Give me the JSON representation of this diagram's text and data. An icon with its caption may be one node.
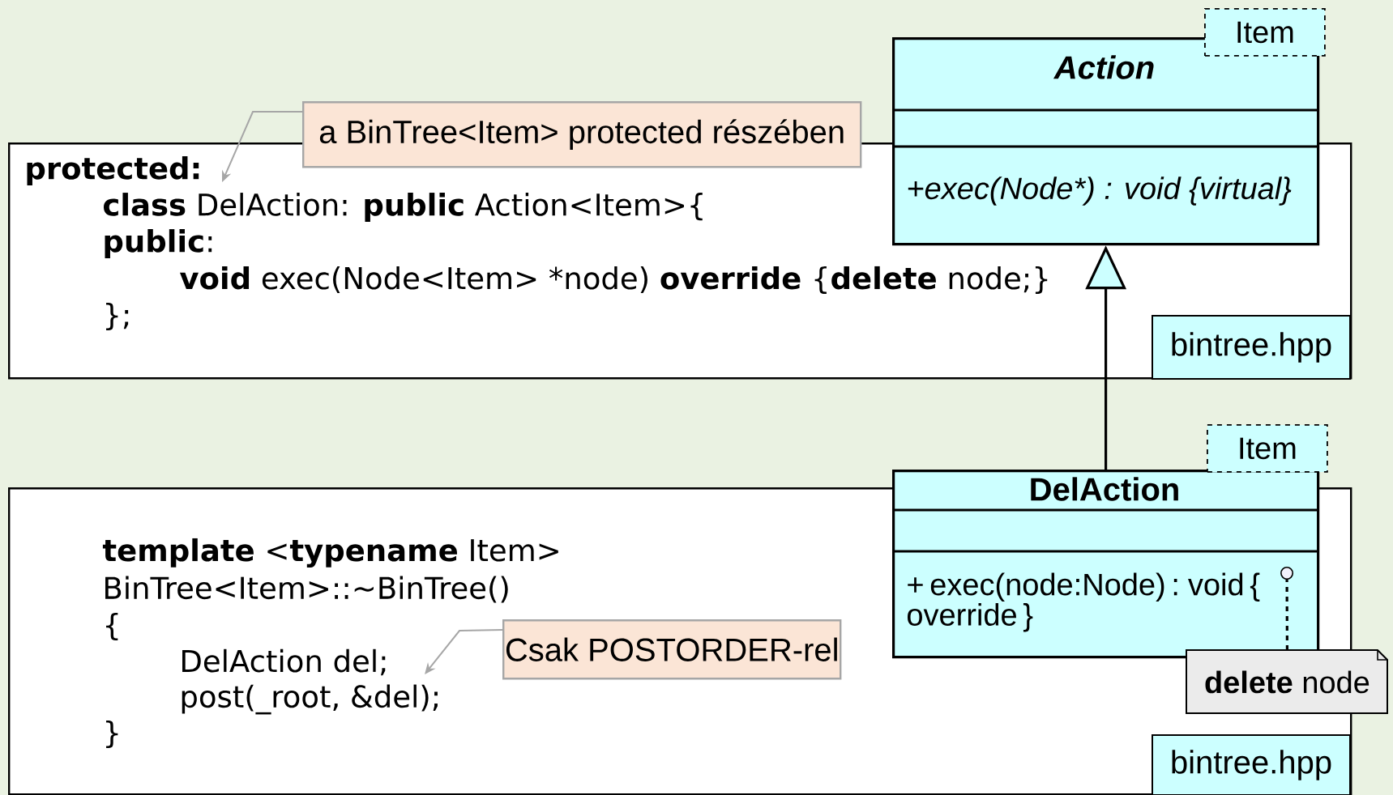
{
  "diagram": {
    "nodes": [
      {
        "text": [
          "**protected:**",
          "**class** DelAction: **public** Action<Item>{",
          "**public**:",
          "**void** exec(Node<Item> *node) **override** {**delete** node;}",
          "};"
        ]
      },
      {
        "text": [
          "a BinTree<Item> protected részében"
        ]
      },
      {
        "text": [
          "Action",
          "+exec(Node*) : void {virtual}"
        ]
      },
      {
        "text": [
          "Item"
        ]
      },
      {
        "text": [
          "bintree.hpp"
        ],
        "in": 0
      },
      {
        "text": [
          "**template** <**typename** Item>",
          "BinTree<Item>::~BinTree()",
          "{",
          "DelAction del;",
          "post(_root, &del);",
          "}"
        ]
      },
      {
        "text": [
          "Csak POSTORDER-rel"
        ],
        "in": 5
      },
      {
        "text": [
          "DelAction",
          "+ exec(node:Node) : void { override }"
        ]
      },
      {
        "text": [
          "Item"
        ]
      },
      {
        "text": [
          "**delete** node"
        ]
      },
      {
        "text": [
          "bintree.hpp"
        ],
        "in": 5
      }
    ],
    "edges": [
      {
        "from": 1,
        "to": null,
        "arrow": "to",
        "color": "#a6a6a6"
      },
      {
        "from": 7,
        "to": 2,
        "arrow": "to",
        "color": "#000000"
      },
      {
        "from": 6,
        "to": null,
        "arrow": "to",
        "color": "#a6a6a6"
      },
      {
        "from": 9,
        "to": 7,
        "arrow": "other",
        "style": "dashed",
        "color": "#000000"
      }
    ]
  }
}
